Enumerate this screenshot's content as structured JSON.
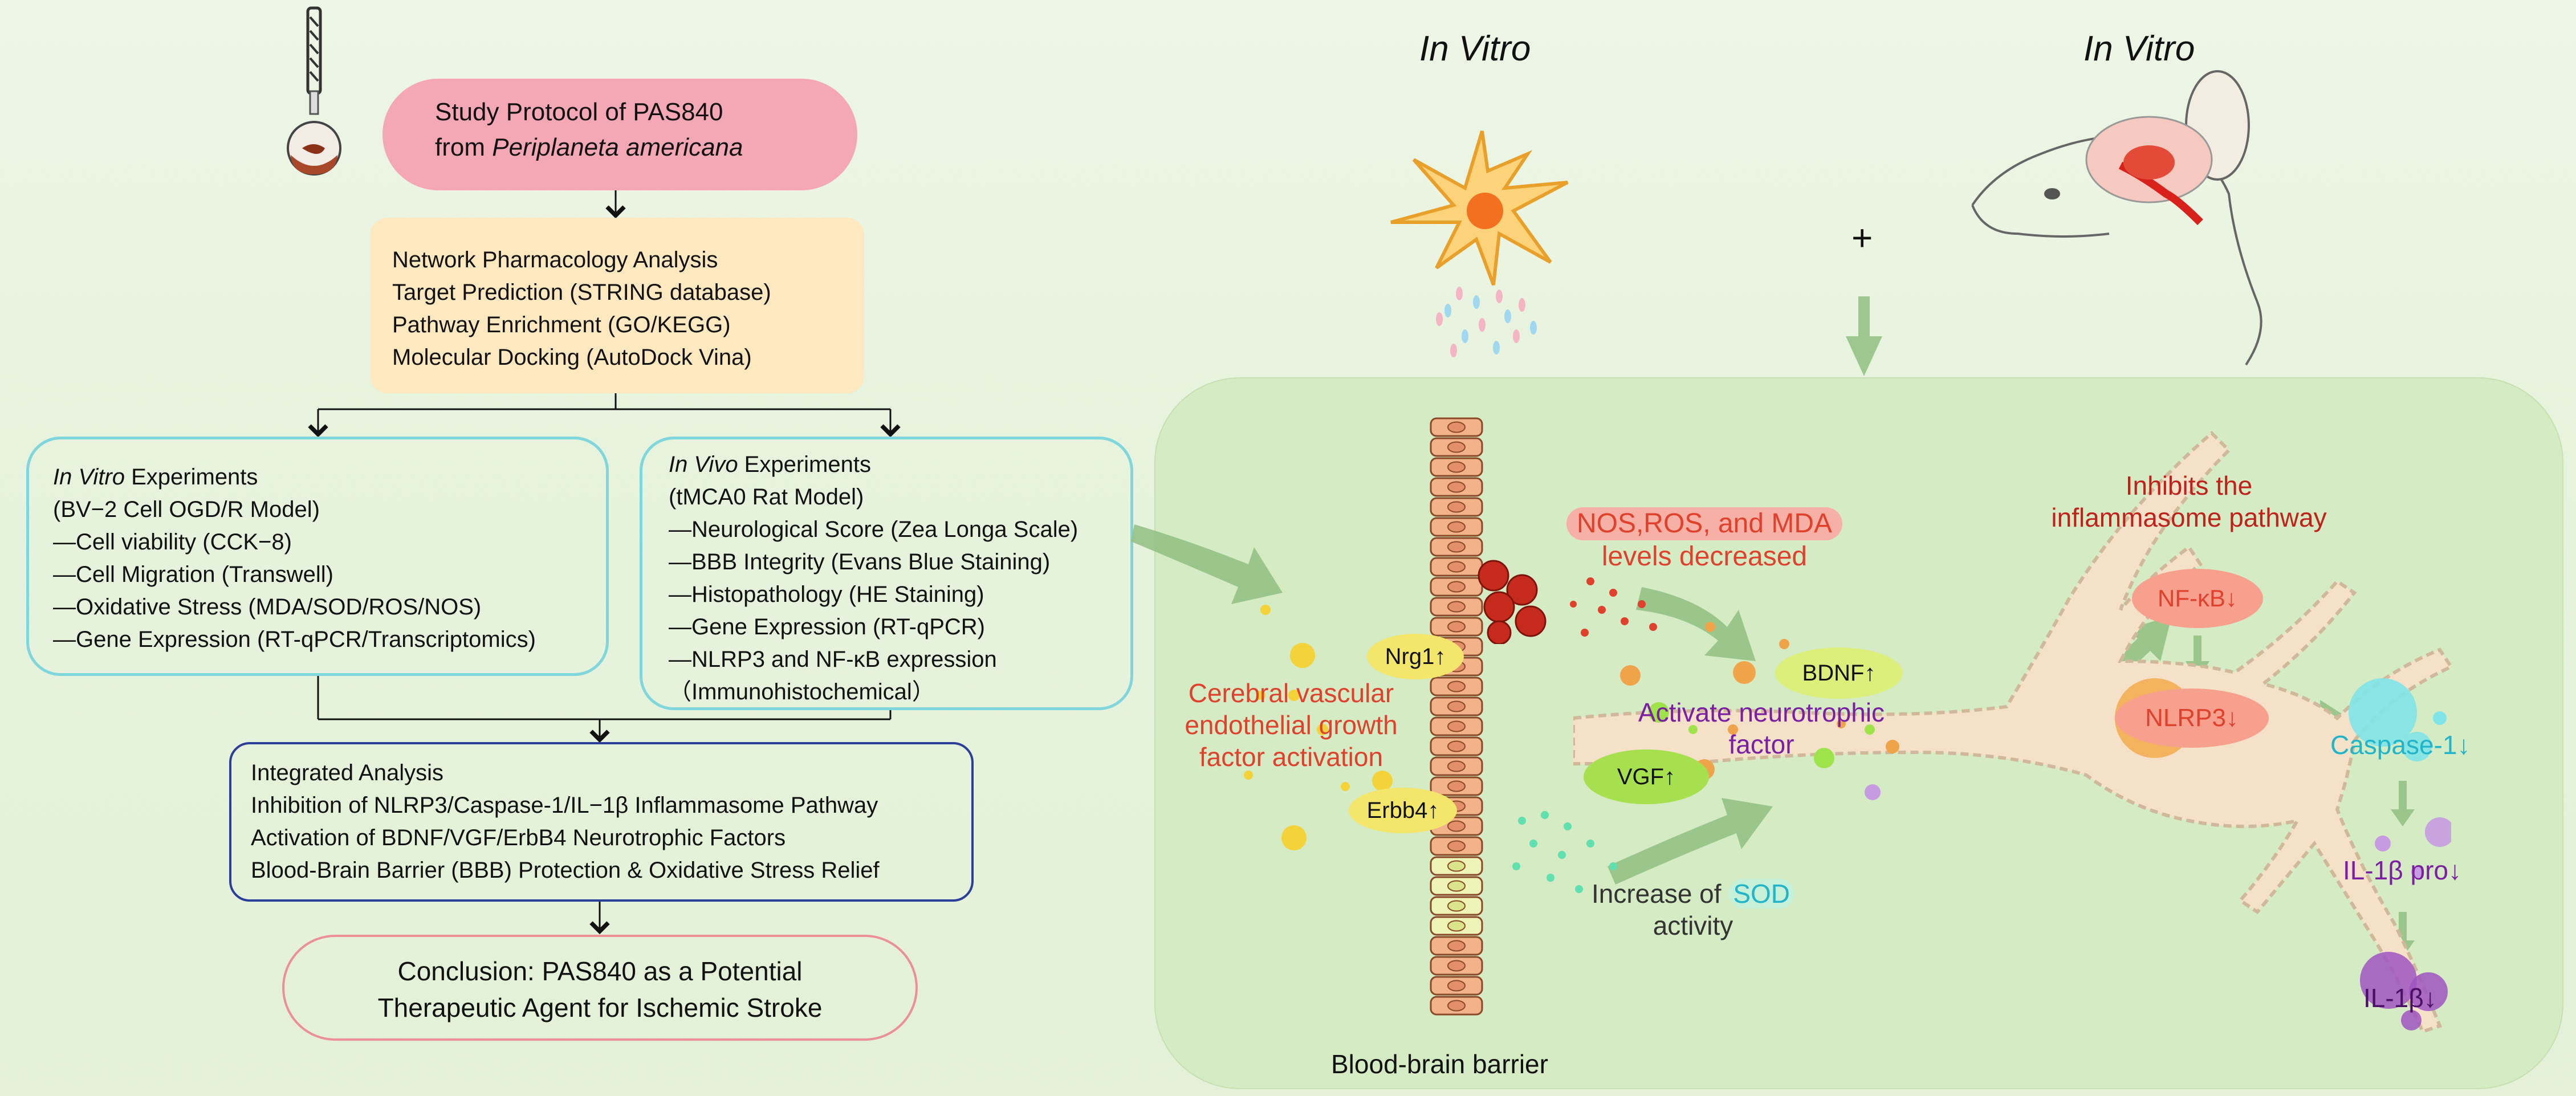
{
  "left": {
    "title_line1": "Study Protocol of PAS840",
    "title_line2_prefix": "from ",
    "title_line2_italic": "Periplaneta americana",
    "network": [
      "Network Pharmacology Analysis",
      "Target Prediction (STRING database)",
      "Pathway Enrichment (GO/KEGG)",
      "Molecular Docking (AutoDock Vina)"
    ],
    "invitro_italic": "In Vitro",
    "invitro_title_rest": " Experiments",
    "invitro_items": [
      "(BV−2 Cell OGD/R Model)",
      "—Cell viability (CCK−8)",
      "—Cell Migration (Transwell)",
      "—Oxidative Stress (MDA/SOD/ROS/NOS)",
      "—Gene Expression (RT-qPCR/Transcriptomics)"
    ],
    "invivo_italic": "In Vivo",
    "invivo_title_rest": " Experiments",
    "invivo_items": [
      "(tMCA0 Rat Model)",
      "—Neurological Score (Zea Longa Scale)",
      "—BBB Integrity (Evans Blue Staining)",
      "—Histopathology (HE Staining)",
      "—Gene Expression (RT-qPCR)",
      "—NLRP3 and NF-κB expression",
      "（Immunohistochemical）"
    ],
    "integrated": [
      "Integrated Analysis",
      "Inhibition of NLRP3/Caspase-1/IL−1β Inflammasome Pathway",
      "Activation of BDNF/VGF/ErbB4 Neurotrophic Factors",
      "Blood-Brain Barrier (BBB) Protection & Oxidative Stress Relief"
    ],
    "conclusion_line1": "Conclusion: PAS840 as a Potential",
    "conclusion_line2": "Therapeutic Agent for Ischemic Stroke"
  },
  "right": {
    "heading_left": "In Vitro",
    "heading_right": "In Vitro",
    "plus": "+",
    "vegf_lines": [
      "Cerebral vascular",
      "endothelial growth",
      "factor activation"
    ],
    "nrg1": "Nrg1↑",
    "erbb4": "Erbb4↑",
    "nos_line1": "NOS,ROS, and MDA",
    "nos_line2": "levels decreased",
    "bdnf": "BDNF↑",
    "neuro_line1": "Activate neurotrophic",
    "neuro_line2": "factor",
    "vgf": "VGF↑",
    "sod_prefix": "Increase of ",
    "sod_word": "SOD",
    "sod_line2": "activity",
    "inflam_line1": "Inhibits the",
    "inflam_line2": "inflammasome pathway",
    "nfkb": "NF-κB↓",
    "nlrp3": "NLRP3↓",
    "caspase": "Caspase-1↓",
    "il1b_pro": "IL-1β pro↓",
    "il1b": "IL-1β↓",
    "bbb": "Blood-brain barrier"
  },
  "colors": {
    "title_pill": "#f4a8b5",
    "network_box": "#fde8c0",
    "cyan_border": "#7fd6dc",
    "blue_border": "#2b3f9a",
    "pink_border": "#ec8f97",
    "red_text": "#e0412d",
    "purple_text": "#7b1fa2",
    "cyan_text": "#22b4c8",
    "panel": "#d5ebc3",
    "arrow_green": "#95c285"
  }
}
